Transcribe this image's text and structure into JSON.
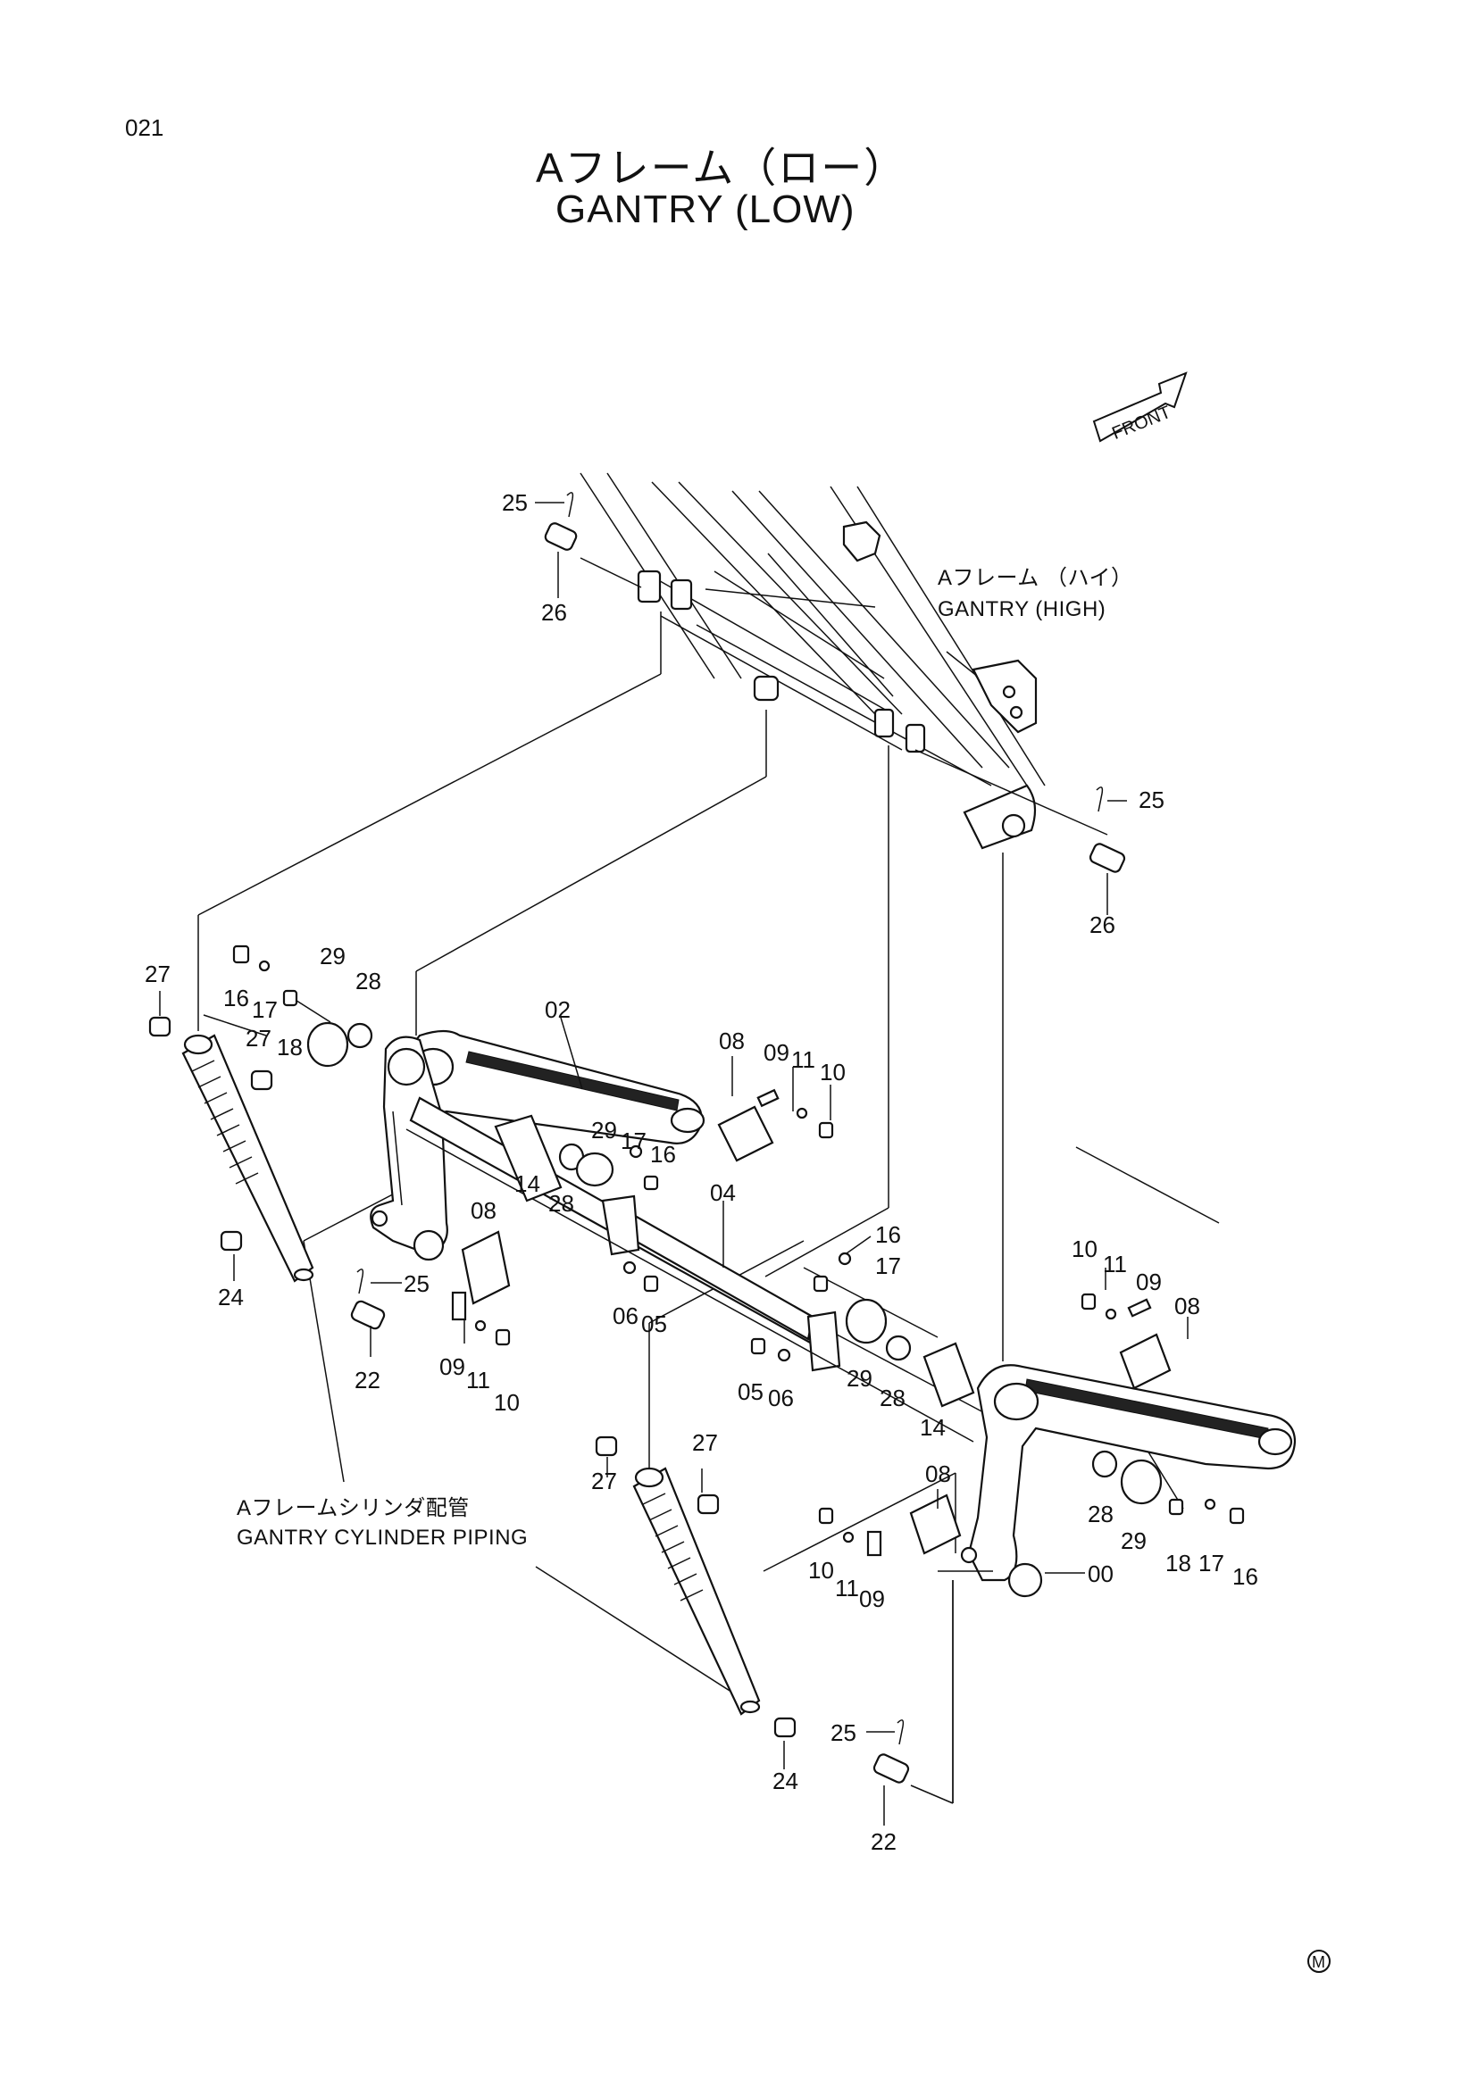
{
  "page": {
    "number": "021",
    "title_jp": "Aフレーム（ロー）",
    "title_en": "GANTRY (LOW)"
  },
  "front_label": "FRONT",
  "notes": {
    "gantry_high_jp": "Aフレーム （ハイ）",
    "gantry_high_en": "GANTRY (HIGH)",
    "cylinder_piping_jp": "Aフレームシリンダ配管",
    "cylinder_piping_en": "GANTRY CYLINDER PIPING"
  },
  "callouts": {
    "top_left_pin_retainer": "25",
    "top_left_pin": "26",
    "top_right_pin_retainer": "25",
    "top_right_pin": "26",
    "left_cap_top": "27",
    "left_bolt_16": "16",
    "left_washer_17": "17",
    "left_grease_18": "18",
    "left_plate_29": "29",
    "left_bush_28": "28",
    "left_cap_27b": "27",
    "arm_02": "02",
    "pin_08_upper": "08",
    "stopper_09_upper": "09",
    "washer_11_upper": "11",
    "bolt_10_upper": "10",
    "plate_29_mid": "29",
    "washer_17_mid": "17",
    "bolt_16_mid": "16",
    "pin_14_left": "14",
    "bush_28_mid": "28",
    "beam_04": "04",
    "pin_08_lower_left": "08",
    "left_cap_24": "24",
    "retainer_25_left": "25",
    "pin_22_left": "22",
    "stopper_09_left": "09",
    "washer_11_left": "11",
    "bolt_10_left": "10",
    "washer_06_a": "06",
    "bolt_05_a": "05",
    "bolt_16_right": "16",
    "washer_17_right": "17",
    "bolt_05_b": "05",
    "washer_06_b": "06",
    "plate_29_right": "29",
    "bush_28_right": "28",
    "pin_14_right": "14",
    "bolt_10_right": "10",
    "washer_11_right": "11",
    "stopper_09_right": "09",
    "pin_08_right": "08",
    "bush_28_right_arm": "28",
    "plate_29_right_arm": "29",
    "grease_18_right": "18",
    "washer_17_right_arm": "17",
    "bolt_16_right_arm": "16",
    "frame_00": "00",
    "cap_27_lower_left": "27",
    "cap_27_lower_right": "27",
    "pin_08_lower_right": "08",
    "bolt_10_lower": "10",
    "washer_11_lower": "11",
    "stopper_09_lower": "09",
    "cap_24_lower": "24",
    "retainer_25_lower": "25",
    "pin_22_lower": "22"
  },
  "mark": "M"
}
